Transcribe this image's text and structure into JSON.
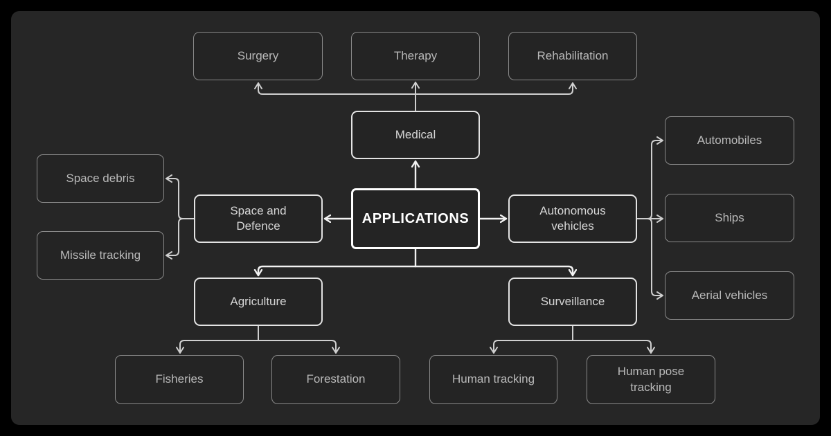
{
  "nodes": {
    "applications": {
      "label": "APPLICATIONS"
    },
    "medical": {
      "label": "Medical"
    },
    "surgery": {
      "label": "Surgery"
    },
    "therapy": {
      "label": "Therapy"
    },
    "rehabilitation": {
      "label": "Rehabilitation"
    },
    "space_and_defence": {
      "label": "Space and Defence"
    },
    "space_debris": {
      "label": "Space debris"
    },
    "missile_tracking": {
      "label": "Missile tracking"
    },
    "autonomous_vehicles": {
      "label": "Autonomous vehicles"
    },
    "automobiles": {
      "label": "Automobiles"
    },
    "ships": {
      "label": "Ships"
    },
    "aerial_vehicles": {
      "label": "Aerial vehicles"
    },
    "agriculture": {
      "label": "Agriculture"
    },
    "fisheries": {
      "label": "Fisheries"
    },
    "forestation": {
      "label": "Forestation"
    },
    "surveillance": {
      "label": "Surveillance"
    },
    "human_tracking": {
      "label": "Human tracking"
    },
    "human_pose_tracking": {
      "label": "Human pose tracking"
    }
  },
  "edges": [
    {
      "from": "applications",
      "to": "medical"
    },
    {
      "from": "medical",
      "to": "surgery"
    },
    {
      "from": "medical",
      "to": "therapy"
    },
    {
      "from": "medical",
      "to": "rehabilitation"
    },
    {
      "from": "applications",
      "to": "space_and_defence"
    },
    {
      "from": "space_and_defence",
      "to": "space_debris"
    },
    {
      "from": "space_and_defence",
      "to": "missile_tracking"
    },
    {
      "from": "applications",
      "to": "autonomous_vehicles"
    },
    {
      "from": "autonomous_vehicles",
      "to": "automobiles"
    },
    {
      "from": "autonomous_vehicles",
      "to": "ships"
    },
    {
      "from": "autonomous_vehicles",
      "to": "aerial_vehicles"
    },
    {
      "from": "applications",
      "to": "agriculture"
    },
    {
      "from": "agriculture",
      "to": "fisheries"
    },
    {
      "from": "agriculture",
      "to": "forestation"
    },
    {
      "from": "applications",
      "to": "surveillance"
    },
    {
      "from": "surveillance",
      "to": "human_tracking"
    },
    {
      "from": "surveillance",
      "to": "human_pose_tracking"
    }
  ],
  "colors": {
    "canvas_background": "#000000",
    "panel_background": "#262626",
    "node_fill": "#242424",
    "leaf_border": "#8a8a8a",
    "hub_border": "#e3e3e3",
    "root_border": "#ffffff",
    "leaf_text": "#b9b9b9",
    "hub_text": "#d6d6d6",
    "root_text": "#ffffff",
    "connector_primary": "#f2f2f2",
    "connector_secondary": "#cfcfcf"
  }
}
